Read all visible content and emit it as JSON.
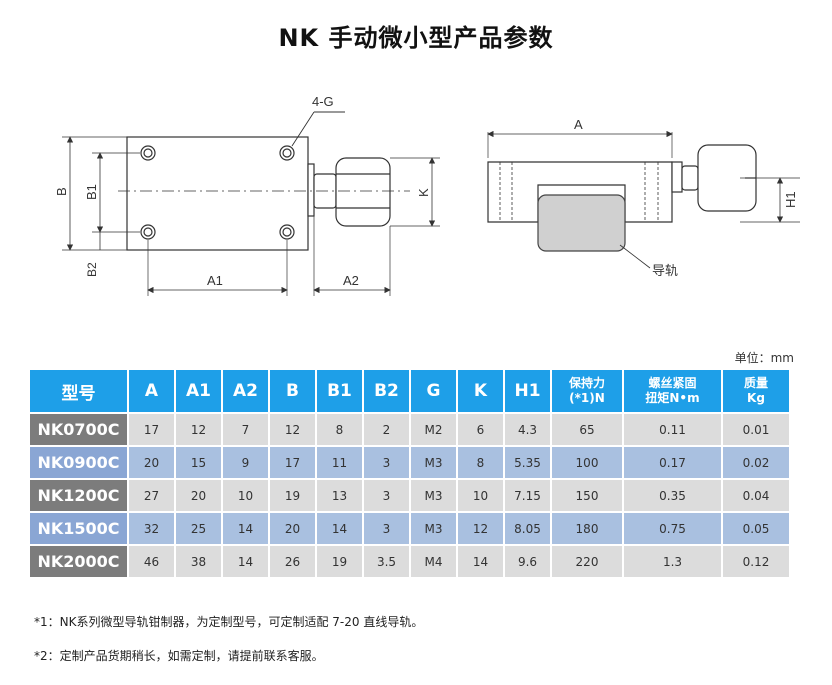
{
  "title": "NK 手动微小型产品参数",
  "drawing": {
    "hole_label": "4-G",
    "label_A": "A",
    "label_A1": "A1",
    "label_A2": "A2",
    "label_B": "B",
    "label_B1": "B1",
    "label_B2": "B2",
    "label_K": "K",
    "label_H1": "H1",
    "rail_label": "导轨"
  },
  "unit": "单位：mm",
  "table": {
    "headers": [
      "型号",
      "A",
      "A1",
      "A2",
      "B",
      "B1",
      "B2",
      "G",
      "K",
      "H1",
      "保持力\n(*1)N",
      "螺丝紧固\n扭矩N•m",
      "质量\nKg"
    ],
    "rows": [
      [
        "NK0700C",
        "17",
        "12",
        "7",
        "12",
        "8",
        "2",
        "M2",
        "6",
        "4.3",
        "65",
        "0.11",
        "0.01"
      ],
      [
        "NK0900C",
        "20",
        "15",
        "9",
        "17",
        "11",
        "3",
        "M3",
        "8",
        "5.35",
        "100",
        "0.17",
        "0.02"
      ],
      [
        "NK1200C",
        "27",
        "20",
        "10",
        "19",
        "13",
        "3",
        "M3",
        "10",
        "7.15",
        "150",
        "0.35",
        "0.04"
      ],
      [
        "NK1500C",
        "32",
        "25",
        "14",
        "20",
        "14",
        "3",
        "M3",
        "12",
        "8.05",
        "180",
        "0.75",
        "0.05"
      ],
      [
        "NK2000C",
        "46",
        "38",
        "14",
        "26",
        "19",
        "3.5",
        "M4",
        "14",
        "9.6",
        "220",
        "1.3",
        "0.12"
      ]
    ]
  },
  "notes": [
    "*1：NK系列微型导轨钳制器，为定制型号，可定制适配 7-20 直线导轨。",
    "*2：定制产品货期稍长，如需定制，请提前联系客服。"
  ]
}
